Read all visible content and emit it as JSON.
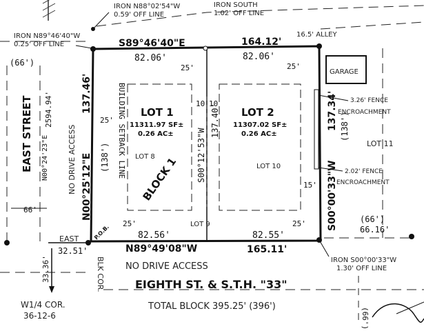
{
  "top_labels": {
    "iron_ne": "IRON N88°02'54\"W",
    "iron_ne_off": "0.59' OFF LINE",
    "iron_south": "IRON SOUTH",
    "iron_south_off": "1.02' OFF LINE",
    "iron_nw": "IRON N89°46'40\"W",
    "iron_nw_off": "0.25' OFF LINE"
  },
  "north_line": {
    "bearing": "S89°46'40\"E",
    "distance": "164.12'",
    "alley": "16.5' ALLEY",
    "lot1_front": "82.06'",
    "lot2_front": "82.06'"
  },
  "south_line": {
    "bearing": "N89°49'08\"W",
    "distance": "165.11'",
    "lot1_back": "82.56'",
    "lot2_back": "82.55'"
  },
  "west_line": {
    "bearing": "N00°25'12\"E",
    "distance": "137.46'",
    "record": "(138')"
  },
  "east_line": {
    "bearing": "S00°00'33\"W",
    "distance": "137.34'",
    "record": "(138')"
  },
  "middle_line": {
    "bearing": "S00°12'53\"W",
    "distance": "137.40'",
    "top": "10",
    "top2": "10"
  },
  "lot1": {
    "name": "LOT 1",
    "area": "11311.97 SF±",
    "acres": "0.26 AC±"
  },
  "lot2": {
    "name": "LOT 2",
    "area": "11307.02 SF±",
    "acres": "0.26 AC±"
  },
  "inner_lots": {
    "lot8": "LOT 8",
    "lot9": "LOT 9",
    "lot10": "LOT 10",
    "lot11": "LOT 11"
  },
  "block": "BLOCK 1",
  "setback": "BUILDING SETBACK LINE",
  "setbacks": {
    "front_l": "25'",
    "front_r": "25'",
    "side": "25'",
    "rear_l": "25'",
    "rear_r": "25'",
    "east_side": "15'"
  },
  "garage": "GARAGE",
  "fence1": {
    "dist": "3.26' FENCE",
    "label": "ENCROACHMENT"
  },
  "fence2": {
    "dist": "2.02' FENCE",
    "label": "ENCROACHMENT"
  },
  "east_street": {
    "name": "EAST STREET",
    "width": "(66')",
    "bearing": "N00°24'23\"E",
    "distance": "2594.94'",
    "no_drive": "NO DRIVE ACCESS",
    "width2": "66'"
  },
  "east_tie": {
    "label": "EAST",
    "distance": "32.51'",
    "pob": "P.O.B.",
    "blk_cor": "BLK COR."
  },
  "right_side": {
    "width": "(66')",
    "measured": "66.16'",
    "iron": "IRON S00°00'33\"W",
    "iron_off": "1.30' OFF LINE",
    "rotated": "(66')"
  },
  "south_street": {
    "no_drive": "NO DRIVE ACCESS",
    "name": "EIGHTH ST. & S.T.H. \"33\"",
    "total": "TOTAL BLOCK 395.25' (396')"
  },
  "corner": {
    "dist": "33.36'",
    "label": "W1/4 COR.",
    "section": "36-12-6"
  }
}
